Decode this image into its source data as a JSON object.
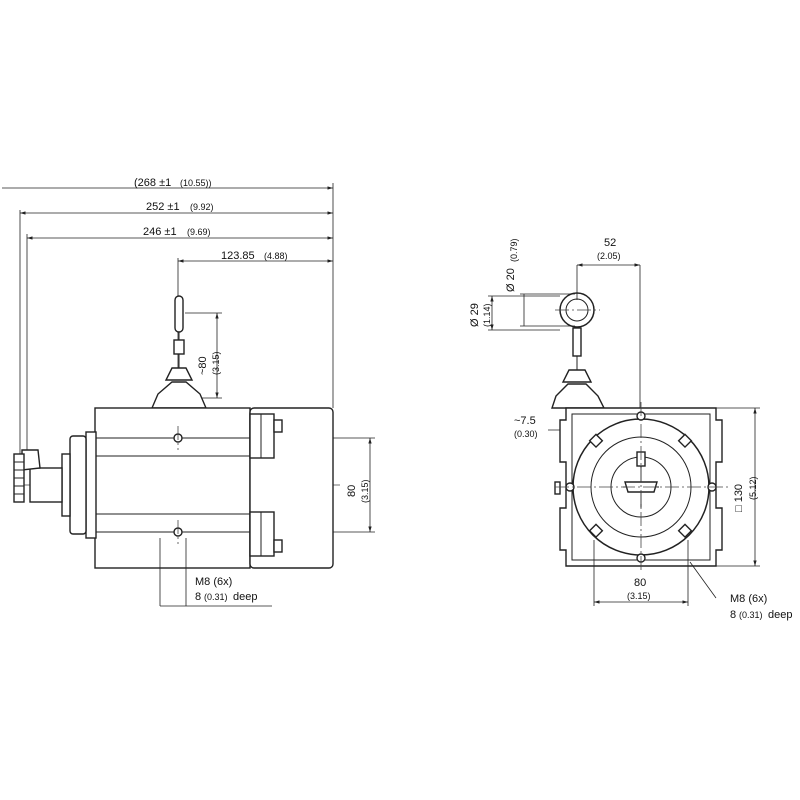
{
  "side_view": {
    "dim_268": {
      "value": "(268 ±1",
      "inch": "(10.55))"
    },
    "dim_252": {
      "value": "252 ±1",
      "inch": "(9.92)"
    },
    "dim_246": {
      "value": "246 ±1",
      "inch": "(9.69)"
    },
    "dim_123": {
      "value": "123.85",
      "inch": "(4.88)"
    },
    "dim_80_cable": {
      "value": "~80",
      "inch": "(3.15)"
    },
    "dim_80_height": {
      "value": "80",
      "inch": "(3.15)"
    },
    "thread": {
      "line1": "M8 (6x)",
      "line2_value": "8",
      "line2_inch": "(0.31)",
      "line2_suffix": "deep"
    }
  },
  "front_view": {
    "dim_52": {
      "value": "52",
      "inch": "(2.05)"
    },
    "dim_d20": {
      "value": "Ø 20",
      "inch": "(0.79)"
    },
    "dim_d29": {
      "value": "Ø 29",
      "inch": "(1.14)"
    },
    "dim_7_5": {
      "value": "~7.5",
      "inch": "(0.30)"
    },
    "dim_130": {
      "value": "□ 130",
      "inch": "(5.12)"
    },
    "dim_80": {
      "value": "80",
      "inch": "(3.15)"
    },
    "thread": {
      "line1": "M8 (6x)",
      "line2_value": "8",
      "line2_inch": "(0.31)",
      "line2_suffix": "deep"
    }
  }
}
